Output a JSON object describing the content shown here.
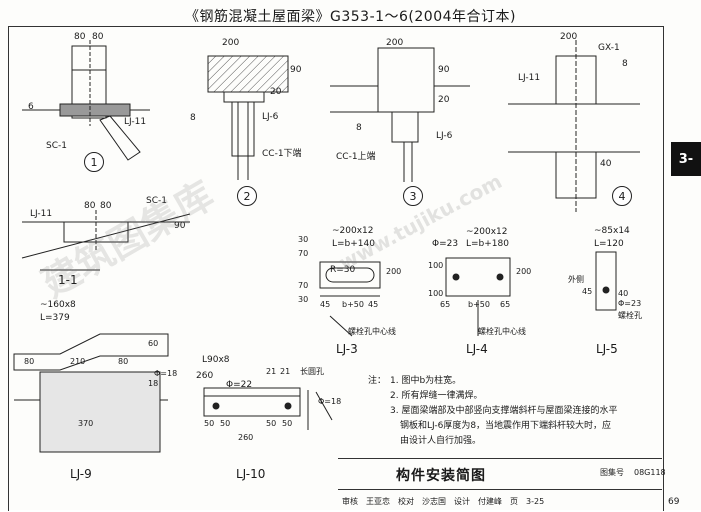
{
  "header": {
    "title": "《钢筋混凝土屋面梁》G353-1～6(2004年合订本)"
  },
  "side_tab": "3-",
  "details": {
    "d1": {
      "num": "1",
      "dims": [
        "80",
        "80"
      ],
      "labels": [
        "6",
        "LJ-11",
        "SC-1"
      ]
    },
    "d2": {
      "num": "2",
      "dims": [
        "200",
        "90",
        "20"
      ],
      "labels": [
        "8",
        "LJ-6",
        "CC-1下端"
      ]
    },
    "d3": {
      "num": "3",
      "dims": [
        "200",
        "90",
        "20"
      ],
      "labels": [
        "8",
        "LJ-6",
        "CC-1上端"
      ]
    },
    "d4": {
      "num": "4",
      "dims": [
        "200",
        "40"
      ],
      "labels": [
        "GX-1",
        "8",
        "LJ-11"
      ]
    },
    "sec11": {
      "title": "1-1",
      "dims": [
        "80",
        "80",
        "90"
      ],
      "labels": [
        "LJ-11",
        "SC-1"
      ]
    }
  },
  "parts": {
    "lj3": {
      "name": "LJ-3",
      "spec": "~200x12",
      "len": "L=b+140",
      "phi": "R=30",
      "dims": [
        "30",
        "70",
        "70",
        "30",
        "45",
        "b+50",
        "45",
        "200"
      ],
      "note": "螺栓孔中心线"
    },
    "lj4": {
      "name": "LJ-4",
      "spec": "~200x12",
      "len": "L=b+180",
      "phi": "Φ=23",
      "dims": [
        "100",
        "100",
        "65",
        "b+50",
        "65",
        "200"
      ],
      "note": "螺栓孔中心线"
    },
    "lj5": {
      "name": "LJ-5",
      "spec": "~85x14",
      "len": "L=120",
      "phi": "Φ=23",
      "dims": [
        "45",
        "40"
      ],
      "labels": [
        "外侧",
        "螺栓孔"
      ]
    },
    "lj9": {
      "name": "LJ-9",
      "spec": "~160x8",
      "len": "L=379",
      "dims": [
        "80",
        "210",
        "80",
        "60",
        "18",
        "370"
      ],
      "phi": "Φ=18"
    },
    "lj10": {
      "name": "LJ-10",
      "spec": "L90x8",
      "phi": "Φ=22",
      "dims": [
        "260",
        "21",
        "21",
        "50",
        "50",
        "50",
        "50",
        "260"
      ],
      "phi2": "Φ=18",
      "labels": [
        "长圆孔"
      ]
    }
  },
  "notes": {
    "heading": "注：",
    "items": [
      "1. 图中b为柱宽。",
      "2. 所有焊缝一律满焊。",
      "3. 屋面梁端部及中部竖向支撑端斜杆与屋面梁连接的水平",
      "钢板和LJ-6厚度为8，当地震作用下端斜杆较大时，应",
      "由设计人自行加强。"
    ]
  },
  "title_block": {
    "title": "构件安装简图",
    "atlas_label": "图集号",
    "atlas_no": "08G118",
    "row": [
      "审核",
      "王亚恋",
      "校对",
      "沙志国",
      "设计",
      "付建峰",
      "页",
      "3-25"
    ]
  },
  "page_number": "69",
  "watermark": "建筑图集库",
  "watermark_url": "www.tujiku.com"
}
